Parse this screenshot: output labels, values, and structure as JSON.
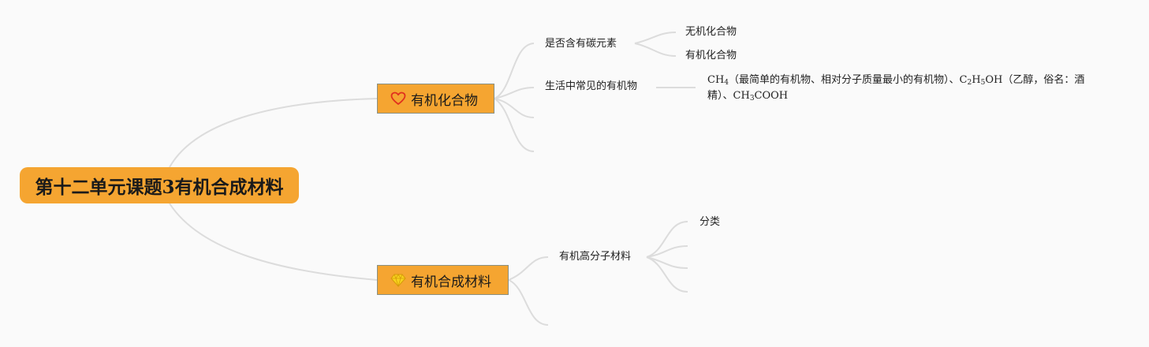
{
  "root": {
    "label": "第十二单元课题3有机合成材料"
  },
  "topics": [
    {
      "label": "有机化合物",
      "icon": "heart-outline-icon",
      "icon_color": "#e0301e",
      "subtopics": [
        {
          "label": "是否含有碳元素",
          "children": [
            "无机化合物",
            "有机化合物"
          ]
        },
        {
          "label": "生活中常见的有机物",
          "detail": {
            "ch4_prefix": "CH",
            "ch4_sub": "4",
            "ch4_note": "（最简单的有机物、相对分子质量最小的有机物）、",
            "c2h5oh_c": "C",
            "c2h5oh_sub1": "2",
            "c2h5oh_h": "H",
            "c2h5oh_sub2": "5",
            "c2h5oh_oh": "OH",
            "c2h5oh_note": "（乙醇，俗名：酒精）、",
            "ch3cooh_ch": "CH",
            "ch3cooh_sub": "3",
            "ch3cooh_cooh": "COOH"
          }
        },
        {
          "label": ""
        },
        {
          "label": ""
        }
      ]
    },
    {
      "label": "有机合成材料",
      "icon": "diamond-icon",
      "icon_color": "#f7d21c",
      "subtopics": [
        {
          "label": "有机高分子材料",
          "children": [
            "分类",
            "",
            ""
          ]
        },
        {
          "label": ""
        }
      ]
    }
  ],
  "colors": {
    "background": "#fafafa",
    "node_fill": "#f5a531",
    "node_border": "#8a8f80",
    "connector": "#dcdcdc"
  }
}
